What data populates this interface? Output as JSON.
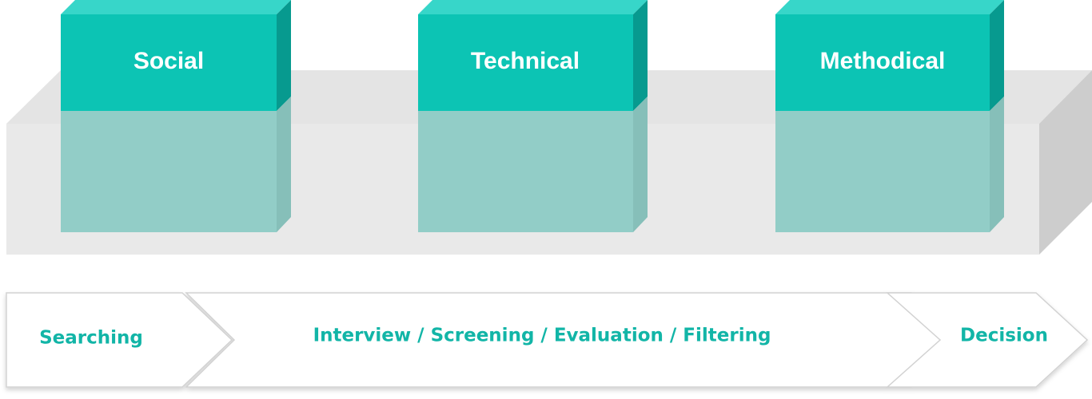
{
  "colors": {
    "pillar_front": "#0cc4b4",
    "pillar_top": "#37d6c9",
    "pillar_side": "#079a8f",
    "pillar_lower": "#92cdc7",
    "pillar_lower_side": "#86bfb9",
    "platform_top": "#e4e4e4",
    "platform_front": "#e9e9e9",
    "platform_side": "#cdcdcd",
    "stage_text": "#12b5a7",
    "arrow_fill": "#ffffff",
    "arrow_stroke": "#d2d2d2"
  },
  "pillars": [
    {
      "label": "Social"
    },
    {
      "label": "Technical"
    },
    {
      "label": "Methodical"
    }
  ],
  "stages": [
    {
      "label": "Searching"
    },
    {
      "label": "Interview / Screening / Evaluation / Filtering"
    },
    {
      "label": "Decision"
    }
  ]
}
